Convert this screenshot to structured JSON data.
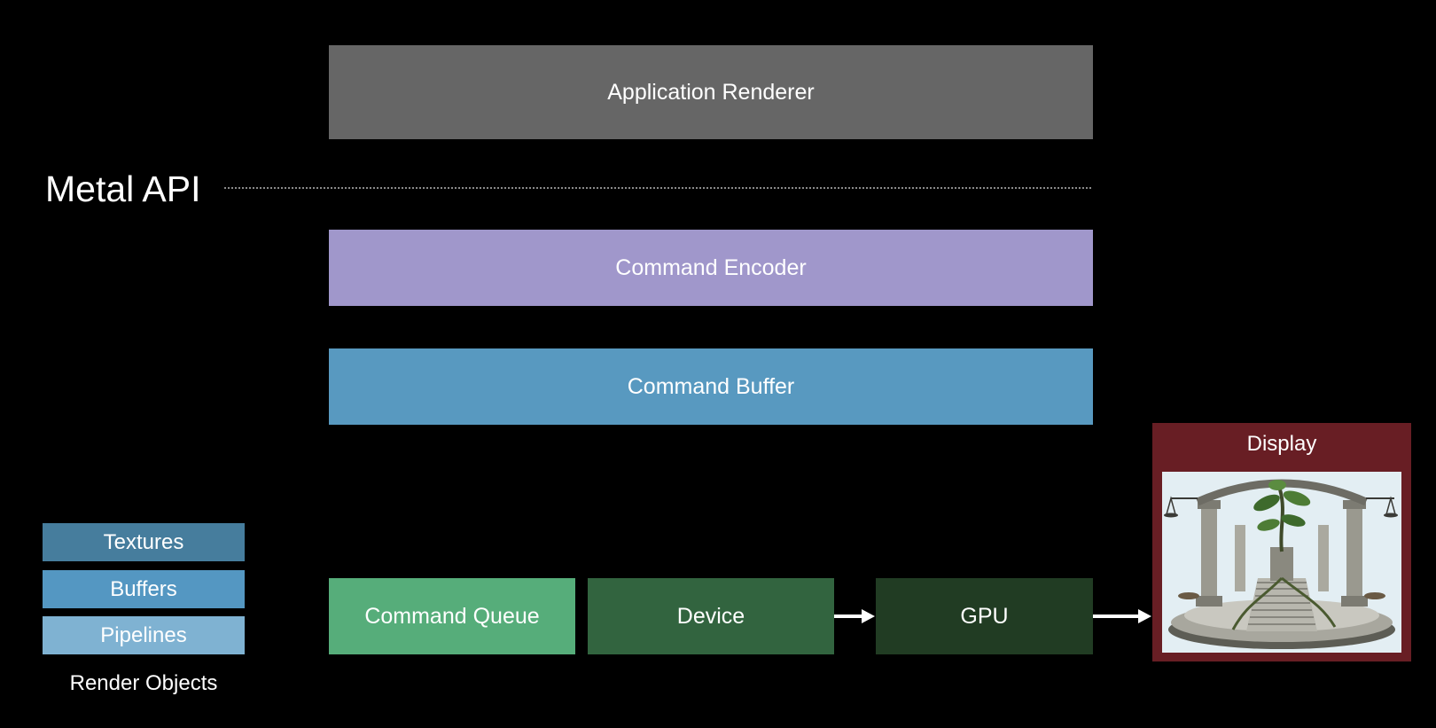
{
  "title": "Metal API",
  "layers": {
    "application_renderer": "Application Renderer",
    "command_encoder": "Command Encoder",
    "command_buffer": "Command Buffer"
  },
  "pipeline": {
    "command_queue": "Command Queue",
    "device": "Device",
    "gpu": "GPU"
  },
  "render_objects": {
    "caption": "Render Objects",
    "items": [
      "Textures",
      "Buffers",
      "Pipelines"
    ]
  },
  "display": {
    "title": "Display",
    "image": "temple-with-tree-and-scales"
  },
  "colors": {
    "application_renderer": "#666666",
    "command_encoder": "#a097cb",
    "command_buffer": "#5899c0",
    "command_queue": "#56ad7a",
    "device": "#32643f",
    "gpu": "#213c23",
    "textures": "#467d9d",
    "buffers": "#5497c2",
    "pipelines": "#7fb2d2",
    "display": "#681e24",
    "divider": "#8a8a8a"
  }
}
